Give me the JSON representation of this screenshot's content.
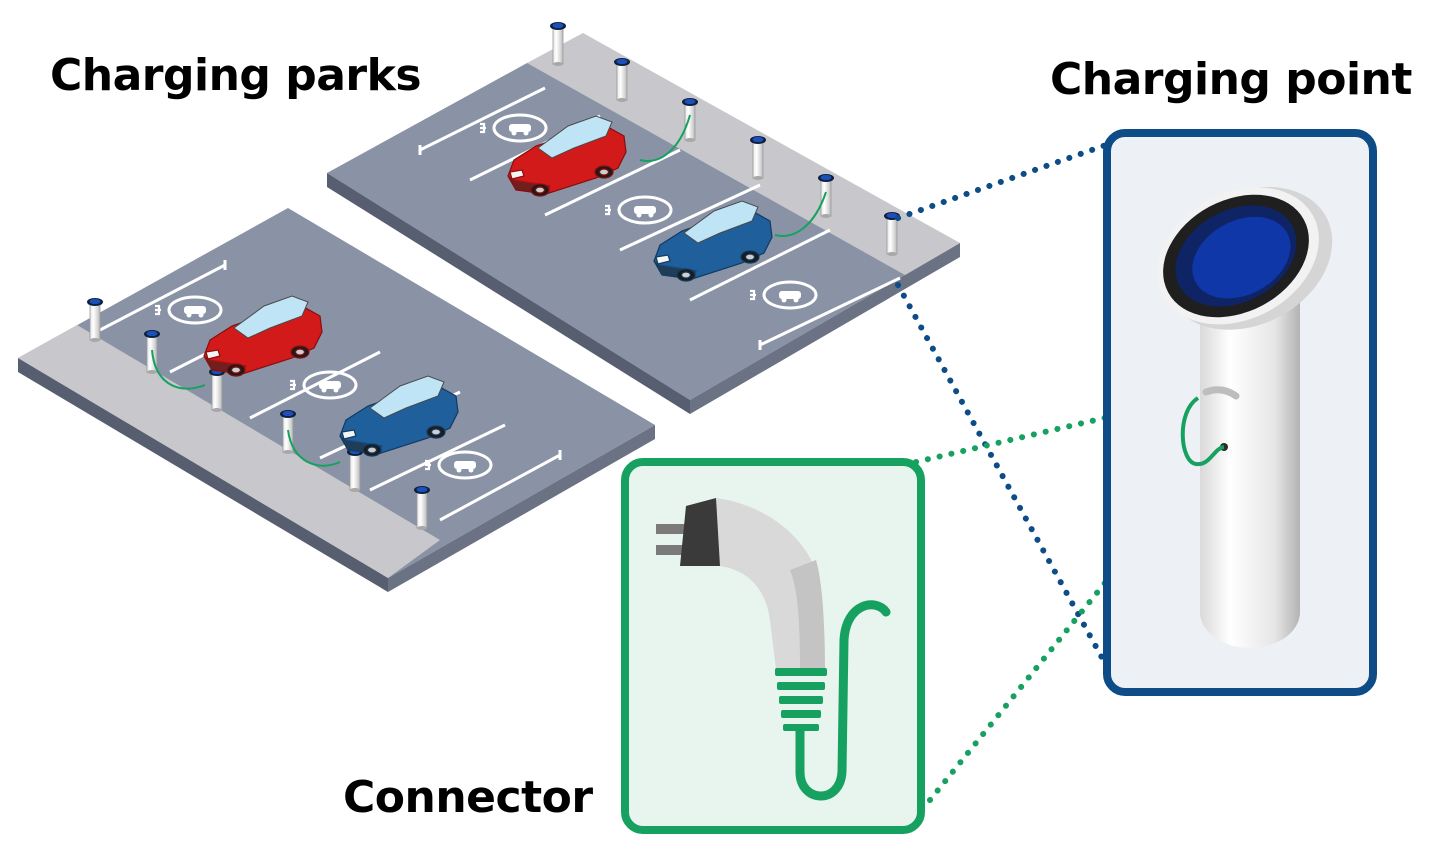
{
  "labels": {
    "charging_parks": "Charging parks",
    "charging_point": "Charging point",
    "connector": "Connector"
  },
  "colors": {
    "point_frame": "#0d4c86",
    "point_panel": "#edf1f5",
    "connector_frame": "#16a160",
    "connector_panel": "#e8f5ef",
    "cable": "#16a160",
    "asphalt": "#8a93a6",
    "asphalt_side": "#575e6f",
    "sidewalk": "#c8c8cc",
    "car_red": "#d21a1a",
    "car_blue": "#1f5f9c",
    "charger_head": "#0d3a8c"
  },
  "icons": [
    "ev-car-icon",
    "charging-post-icon",
    "plug-icon",
    "ev-parking-symbol-icon"
  ]
}
